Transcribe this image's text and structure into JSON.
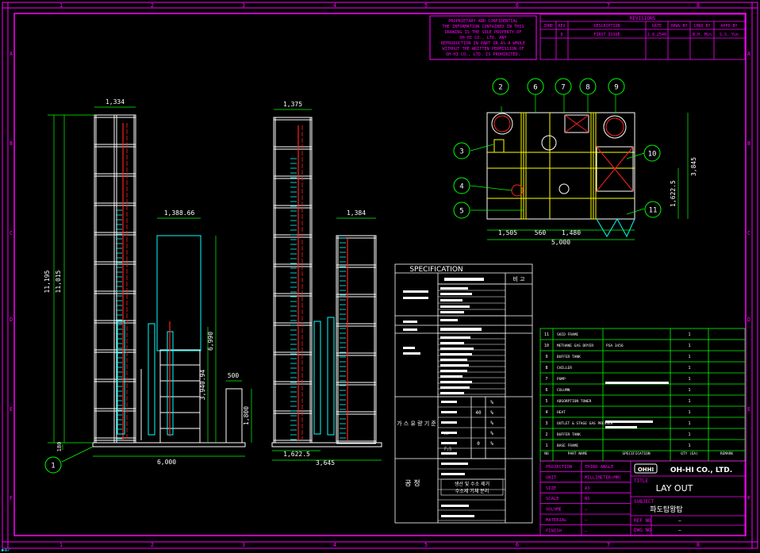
{
  "grid": {
    "cols": [
      "1",
      "2",
      "3",
      "4",
      "5",
      "6",
      "7",
      "8"
    ],
    "rows": [
      "A",
      "B",
      "C",
      "D",
      "E",
      "F"
    ]
  },
  "notice": [
    "PROPRIETARY AND CONFIDENTIAL",
    "THE INFORMATION CONTAINED IN THIS",
    "DRAWING IS THE SOLE PROPERTY OF",
    "OH-HI CO., LTD. ANY",
    "REPRODUCTION IN PART OR AS A WHOLE",
    "WITHOUT THE WRITTEN PERMISSION OF",
    "OH-HI CO., LTD. IS PROHIBITED."
  ],
  "revisions": {
    "title": "REVISIONS",
    "headers": [
      "ZONE",
      "REV",
      "DESCRIPTION",
      "DATE",
      "DRWG BY",
      "CHKD BY",
      "APPD BY"
    ],
    "row": [
      "",
      "0",
      "FIRST ISSUE",
      "2.8.2540",
      "",
      "B.H. Min",
      "S.S. Yun"
    ]
  },
  "dims": {
    "front_top": "1,334",
    "front_side": "1,375",
    "front_mid": "1,388.66",
    "front_right": "1,384",
    "height_total": "11,195",
    "height_main": "11,015",
    "height_mid": "6,990",
    "height_low": "3,940.94",
    "base_offset": "180",
    "small_w": "500",
    "small_h": "1,800",
    "base_w": "6,000",
    "side_a": "1,622.5",
    "side_b": "3,645",
    "plan_a": "1,505",
    "plan_b": "560",
    "plan_c": "1,480",
    "plan_total": "5,000",
    "plan_h": "3,845",
    "plan_h2": "1,622.5"
  },
  "balloons": [
    "1",
    "2",
    "3",
    "4",
    "5",
    "6",
    "7",
    "8",
    "9",
    "10",
    "11"
  ],
  "spec": {
    "title": "SPECIFICATION",
    "remark": "비 고",
    "design_label": "가 스 유 량 기 준",
    "design_rows": [
      {
        "unit": "%"
      },
      {
        "unit": "%",
        "val": "40"
      },
      {
        "unit": "%"
      },
      {
        "unit": "%"
      },
      {
        "unit": "%",
        "val": "0"
      }
    ],
    "rows_label": [
      "H₂",
      "",
      "",
      "F₂S"
    ],
    "note_label": "공 정",
    "note_lines": [
      "생산 및 수소 제거",
      "수소제 기체 분리"
    ]
  },
  "parts": {
    "rows": [
      {
        "no": "11",
        "name": "SKID FRAME",
        "spec": "",
        "qty": "1"
      },
      {
        "no": "10",
        "name": "METHANE GAS DRYER",
        "spec": "PSA 3456",
        "qty": "1"
      },
      {
        "no": "9",
        "name": "BUFFER TANK",
        "spec": "",
        "qty": "1"
      },
      {
        "no": "8",
        "name": "CHILLER",
        "spec": "",
        "qty": "1"
      },
      {
        "no": "7",
        "name": "PUMP",
        "spec": "",
        "qty": "1"
      },
      {
        "no": "6",
        "name": "COLUMN",
        "spec": "",
        "qty": "1"
      },
      {
        "no": "5",
        "name": "ABSORPTION TOWER",
        "spec": "",
        "qty": "1"
      },
      {
        "no": "4",
        "name": "HEAT",
        "spec": "",
        "qty": "1"
      },
      {
        "no": "3",
        "name": "OUTLET & STAGE GAS PRESSER",
        "spec": "",
        "qty": "1"
      },
      {
        "no": "2",
        "name": "BUFFER TANK",
        "spec": "",
        "qty": "1"
      },
      {
        "no": "1",
        "name": "BASE FRAME",
        "spec": "",
        "qty": "1"
      }
    ],
    "headers": [
      "NO",
      "PART NAME",
      "SPECIFICATION",
      "QTY (EA)",
      "REMARK"
    ]
  },
  "title_block": {
    "labels": [
      "PROJECTION",
      "UNIT",
      "SIZE",
      "SCALE",
      "VOLUME",
      "MATERIAL",
      "FINISH"
    ],
    "values": [
      "THIRD ANGLE",
      "MILLIMETER(MM)",
      "A3",
      "NS",
      "—",
      "—",
      "—"
    ],
    "company_logo": "OHHI",
    "company": "OH-HI CO., LTD.",
    "title_label": "TITLE",
    "title": "LAY OUT",
    "subject_label": "SUBJECT",
    "subject": "파도탑왕탑",
    "ref_label": "REF NO",
    "ref": "—",
    "dwg_label": "DWG NO",
    "dwg": "—"
  },
  "corner_tag": "▶≡✓",
  "colors": {
    "frame": "#ff00ff",
    "white": "#ffffff",
    "cyan": "#00ffff",
    "red": "#ff2020",
    "green": "#00ff00",
    "yellow": "#ffff00"
  }
}
